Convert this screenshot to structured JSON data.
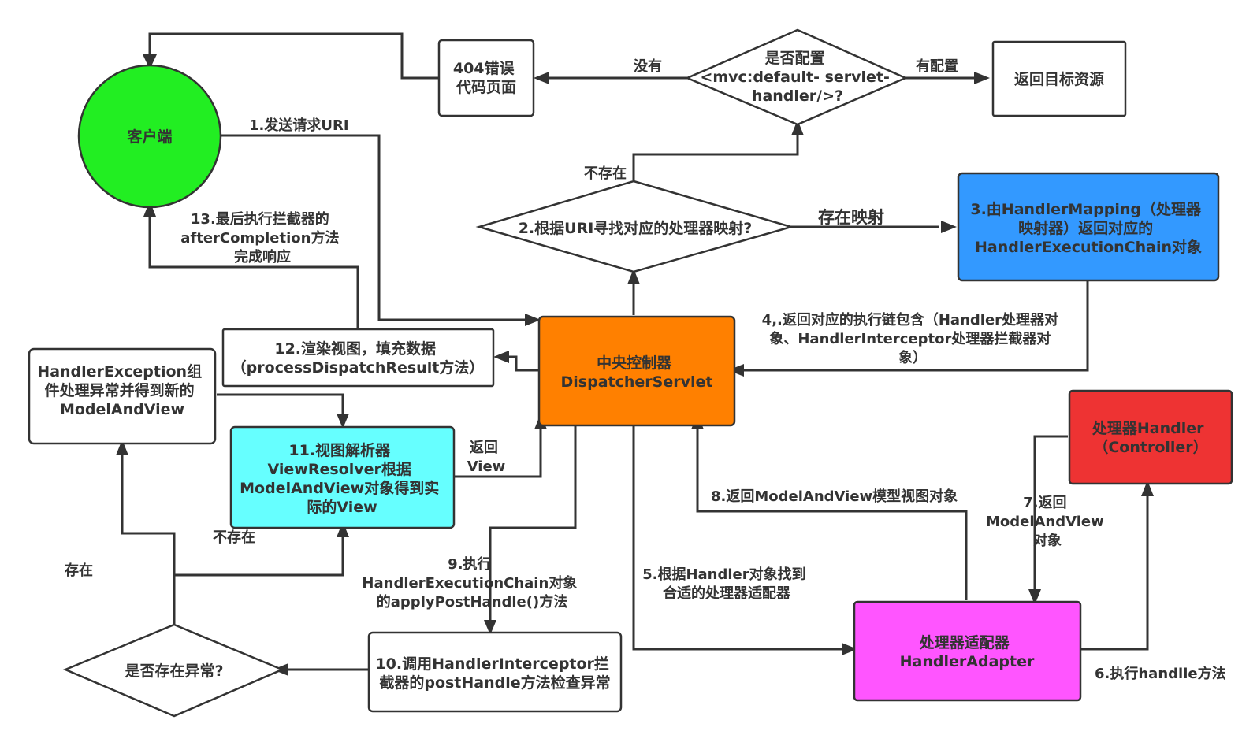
{
  "colors": {
    "client": "#22ee22",
    "dispatcher": "#ff8000",
    "handler_mapping": "#3399ff",
    "controller": "#ee3333",
    "adapter": "#ff55ff",
    "view_resolver": "#66ffff",
    "plain": "#ffffff",
    "stroke": "#333333"
  },
  "nodes": {
    "client": [
      "客户端"
    ],
    "error_page": [
      "404错误",
      "代码页面"
    ],
    "default_servlet_check": [
      "是否配置",
      "<mvc:default- servlet-",
      "handler/>?"
    ],
    "target_resource": [
      "返回目标资源"
    ],
    "find_mapping": [
      "2.根据URI寻找对应的处理器映射?"
    ],
    "handler_mapping": [
      "3.由HandlerMapping（处理器",
      "映射器）返回对应的",
      "HandlerExecutionChain对象"
    ],
    "dispatcher": [
      "中央控制器",
      "DispatcherServlet"
    ],
    "render_view": [
      "12.渲染视图，填充数据",
      "（processDispatchResult方法）"
    ],
    "exception_handler": [
      "HandlerException组",
      "件处理异常并得到新的",
      "ModelAndView"
    ],
    "view_resolver": [
      "11.视图解析器",
      "ViewResolver根据",
      "ModelAndView对象得到实",
      "际的View"
    ],
    "controller": [
      "处理器Handler",
      "（Controller）"
    ],
    "adapter": [
      "处理器适配器",
      "HandlerAdapter"
    ],
    "post_handle": [
      "10.调用HandlerInterceptor拦",
      "截器的postHandle方法检查异常"
    ],
    "exception_check": [
      "是否存在异常?"
    ]
  },
  "edges": {
    "send_request": [
      "1.发送请求URI"
    ],
    "not_configured": [
      "没有"
    ],
    "configured": [
      "有配置"
    ],
    "not_exists_top": [
      "不存在"
    ],
    "mapping_exists": [
      "存在映射"
    ],
    "return_chain": [
      "4,.返回对应的执行链包含（Handler处理器对",
      "象、HandlerInterceptor处理器拦截器对",
      "象）"
    ],
    "after_completion": [
      "13.最后执行拦截器的",
      "afterCompletion方法",
      "完成响应"
    ],
    "return_view": [
      "返回",
      "View"
    ],
    "not_exists_left": [
      "不存在"
    ],
    "exists_left": [
      "存在"
    ],
    "apply_post_handle": [
      "9.执行",
      "HandlerExecutionChain对象",
      "的applyPostHandle()方法"
    ],
    "find_adapter": [
      "5.根据Handler对象找到",
      "合适的处理器适配器"
    ],
    "return_mav": [
      "8.返回ModelAndView模型视图对象"
    ],
    "controller_return": [
      "7.返回",
      "ModelAndView",
      "对象"
    ],
    "execute_handle": [
      "6.执行handlle方法"
    ]
  }
}
